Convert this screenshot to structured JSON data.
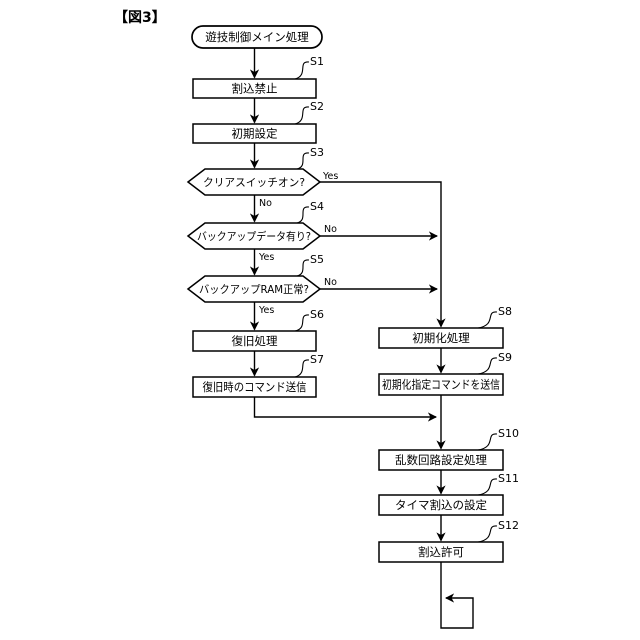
{
  "figure": {
    "caption": "【図3】"
  },
  "flowchart": {
    "start": {
      "label": "遊技制御メイン処理",
      "type": "terminal"
    },
    "branch": {
      "yes": "Yes",
      "no": "No"
    },
    "nodes": {
      "s1": {
        "step": "S1",
        "label": "割込禁止",
        "type": "process"
      },
      "s2": {
        "step": "S2",
        "label": "初期設定",
        "type": "process"
      },
      "s3": {
        "step": "S3",
        "label": "クリアスイッチオン?",
        "type": "decision"
      },
      "s4": {
        "step": "S4",
        "label": "バックアップデータ有り?",
        "type": "decision"
      },
      "s5": {
        "step": "S5",
        "label": "バックアップRAM正常?",
        "type": "decision"
      },
      "s6": {
        "step": "S6",
        "label": "復旧処理",
        "type": "process"
      },
      "s7": {
        "step": "S7",
        "label": "復旧時のコマンド送信",
        "type": "process"
      },
      "s8": {
        "step": "S8",
        "label": "初期化処理",
        "type": "process"
      },
      "s9": {
        "step": "S9",
        "label": "初期化指定コマンドを送信",
        "type": "process"
      },
      "s10": {
        "step": "S10",
        "label": "乱数回路設定処理",
        "type": "process"
      },
      "s11": {
        "step": "S11",
        "label": "タイマ割込の設定",
        "type": "process"
      },
      "s12": {
        "step": "S12",
        "label": "割込許可",
        "type": "process"
      }
    },
    "colors": {
      "line": "#000000",
      "background": "#ffffff"
    },
    "loop": {
      "description": "endless-loop-return-after-s12"
    }
  }
}
